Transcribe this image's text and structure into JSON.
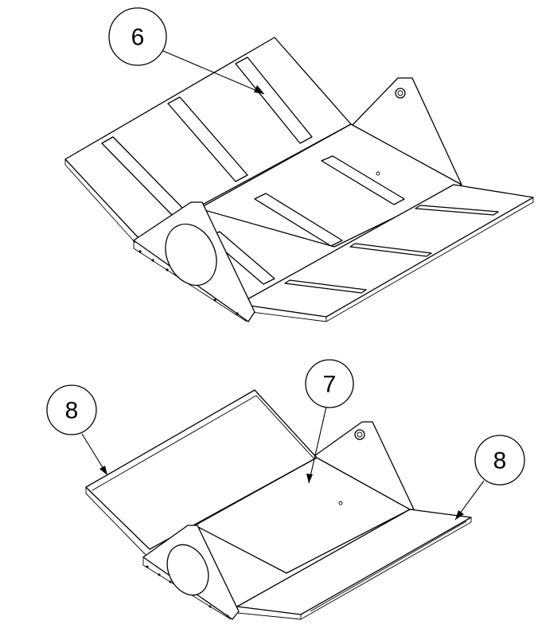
{
  "callouts": {
    "top_part": "6",
    "bottom_center": "7",
    "bottom_left": "8",
    "bottom_right": "8"
  }
}
